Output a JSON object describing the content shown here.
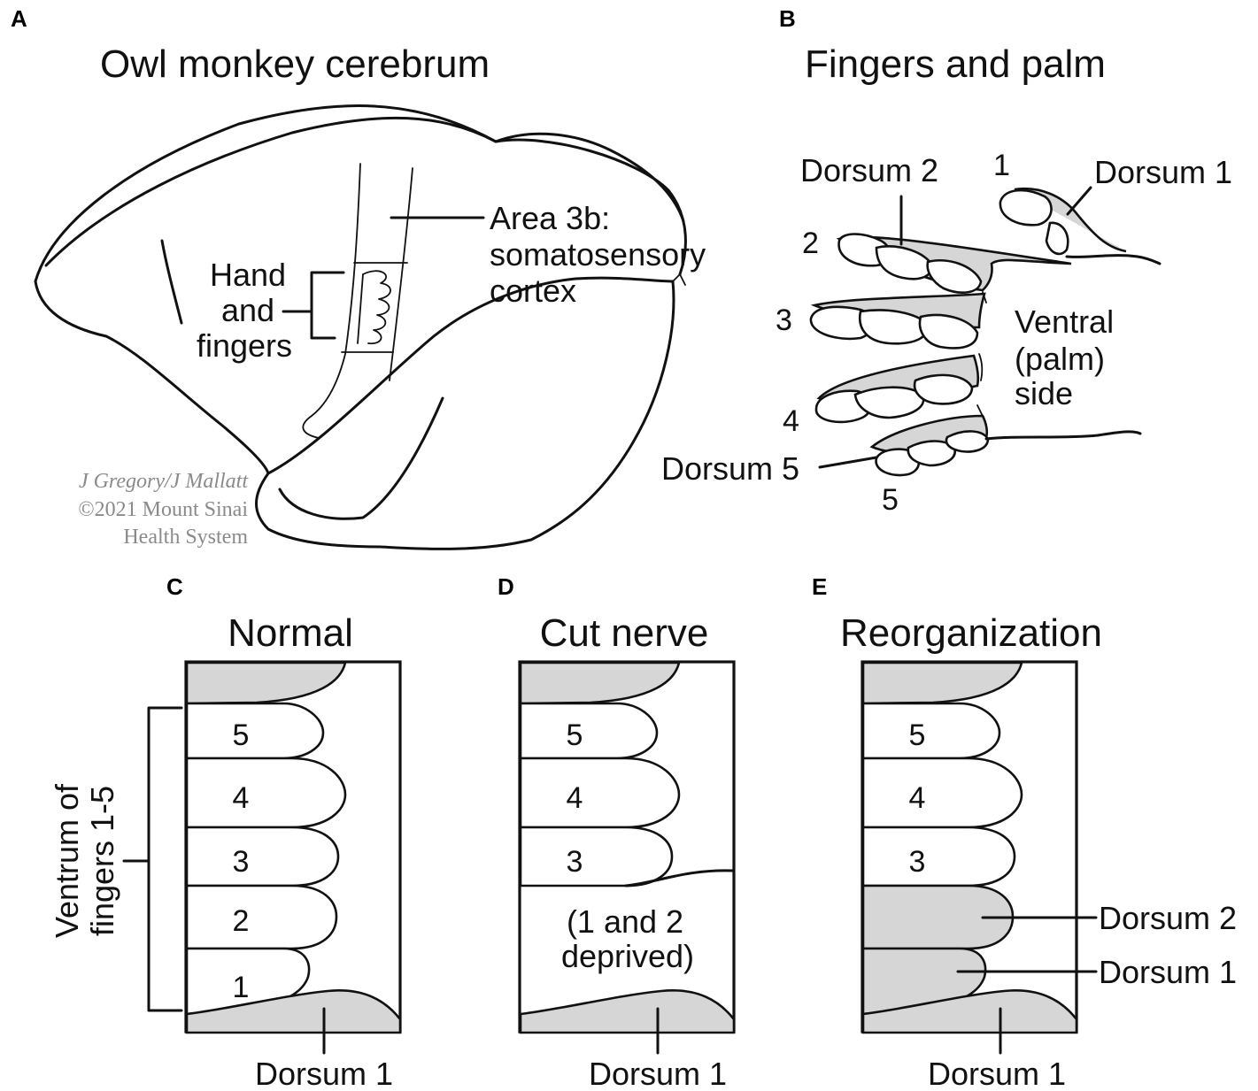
{
  "panels": {
    "a": {
      "letter": "A",
      "title": "Owl monkey cerebrum",
      "area_label_line1": "Area 3b:",
      "area_label_line2": "somatosensory",
      "area_label_line3": "cortex",
      "hand_label_line1": "Hand",
      "hand_label_line2": "and",
      "hand_label_line3": "fingers",
      "credit_line1": "J Gregory/J Mallatt",
      "credit_line2": "©2021 Mount Sinai",
      "credit_line3": "Health System"
    },
    "b": {
      "letter": "B",
      "title": "Fingers and palm",
      "dorsum2": "Dorsum 2",
      "dorsum1": "Dorsum 1",
      "dorsum5": "Dorsum 5",
      "finger1": "1",
      "finger2": "2",
      "finger3": "3",
      "finger4": "4",
      "finger5": "5",
      "ventral_line1": "Ventral",
      "ventral_line2": "(palm)",
      "ventral_line3": "side"
    },
    "c": {
      "letter": "C",
      "title": "Normal",
      "digits": [
        "5",
        "4",
        "3",
        "2",
        "1"
      ],
      "bottom_label": "Dorsum 1",
      "side_label_line1": "Ventrum of",
      "side_label_line2": "fingers 1-5"
    },
    "d": {
      "letter": "D",
      "title": "Cut nerve",
      "digits": [
        "5",
        "4",
        "3"
      ],
      "deprived_line1": "(1 and 2",
      "deprived_line2": "deprived)",
      "bottom_label": "Dorsum 1"
    },
    "e": {
      "letter": "E",
      "title": "Reorganization",
      "digits": [
        "5",
        "4",
        "3"
      ],
      "dorsum2": "Dorsum 2",
      "dorsum1": "Dorsum 1",
      "bottom_label": "Dorsum 1"
    }
  },
  "colors": {
    "ink": "#111111",
    "shade": "#d6d6d6",
    "credit": "#8a8a8a"
  }
}
